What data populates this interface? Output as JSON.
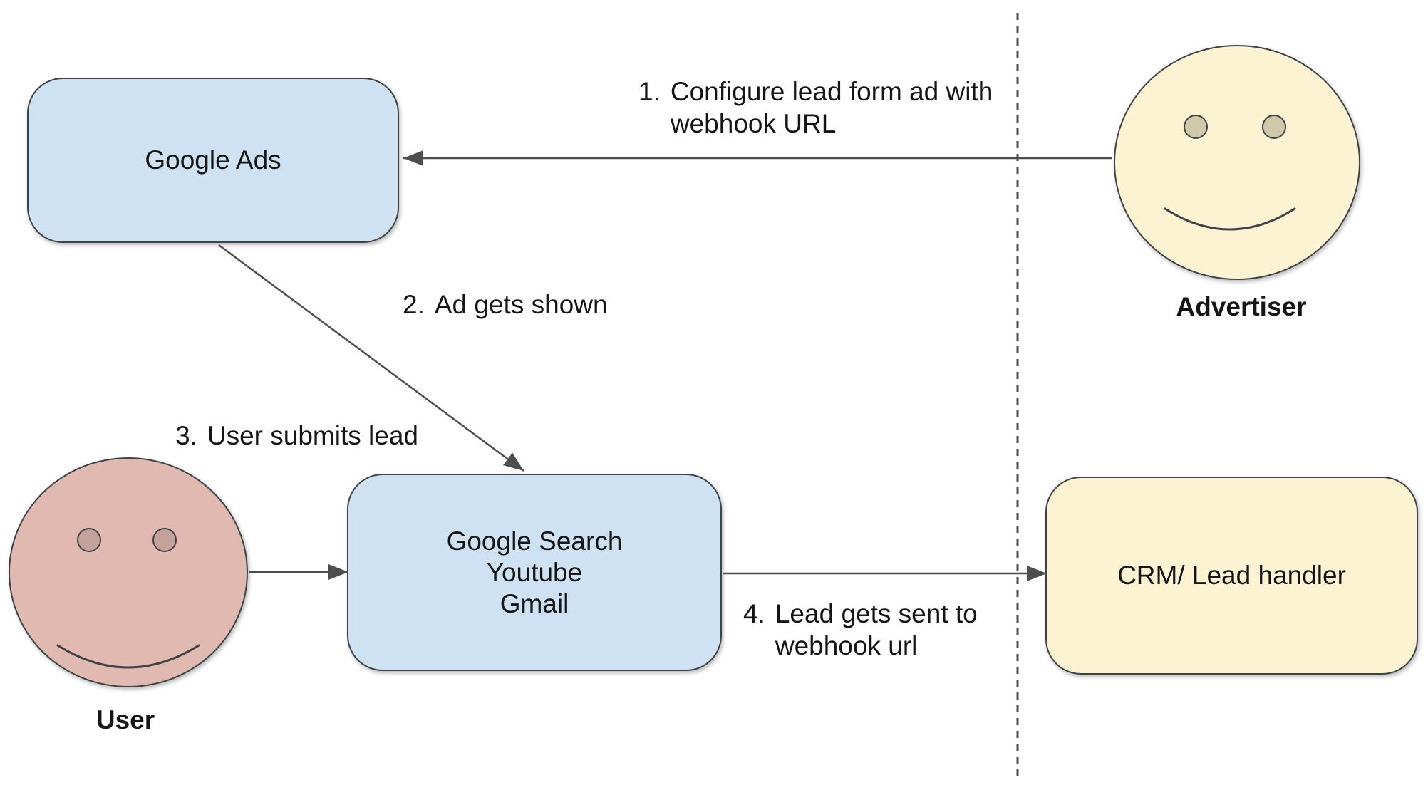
{
  "colors": {
    "node_blue": "#cfe2f3",
    "node_yellow": "#fcf3d2",
    "face_user": "#e0bab0",
    "eye_user": "#c4a29a",
    "eye_advertiser": "#cfc8a9",
    "stroke": "#3f4347",
    "line": "#4d4d4d",
    "text": "#151515"
  },
  "nodes": {
    "google_ads": {
      "label": "Google Ads"
    },
    "platforms": {
      "line1": "Google Search",
      "line2": "Youtube",
      "line3": "Gmail"
    },
    "crm": {
      "label": "CRM/ Lead handler"
    }
  },
  "actors": {
    "advertiser": {
      "label": "Advertiser"
    },
    "user": {
      "label": "User"
    }
  },
  "steps": {
    "s1": {
      "num": "1.",
      "line1": "Configure lead form ad with",
      "line2": "webhook URL"
    },
    "s2": {
      "num": "2.",
      "line1": "Ad gets shown"
    },
    "s3": {
      "num": "3.",
      "line1": "User submits lead"
    },
    "s4": {
      "num": "4.",
      "line1": "Lead gets sent to",
      "line2": "webhook url"
    }
  }
}
